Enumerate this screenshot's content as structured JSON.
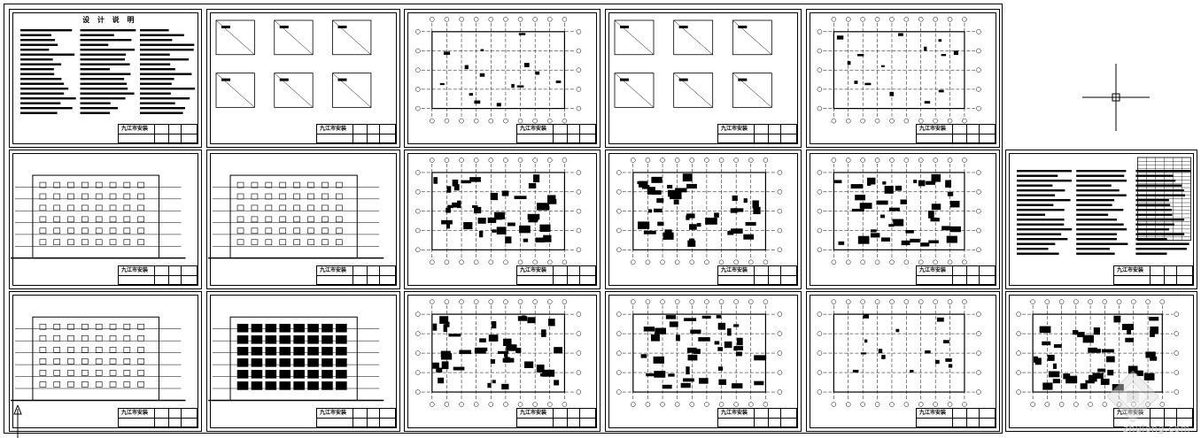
{
  "app": {
    "cursor_icon": "crosshair-cursor-icon",
    "origin_icon": "ucs-arrow-icon"
  },
  "sheets": [
    {
      "id": "r1c1",
      "title": "设 计 说 明",
      "type": "notes",
      "title_block": "九江市安装"
    },
    {
      "id": "r1c2",
      "title": "",
      "type": "stair-details",
      "title_block": "九江市安装"
    },
    {
      "id": "r1c3",
      "title": "",
      "type": "floor-plan-grid",
      "title_block": "九江市安装"
    },
    {
      "id": "r1c4",
      "title": "",
      "type": "section-details",
      "title_block": "九江市安装"
    },
    {
      "id": "r1c5",
      "title": "",
      "type": "foundation-plan",
      "title_block": "九江市安装"
    },
    {
      "id": "r2c1",
      "title": "",
      "type": "section-elevations",
      "title_block": "九江市安装"
    },
    {
      "id": "r2c2",
      "title": "",
      "type": "elevation",
      "title_block": "九江市安装"
    },
    {
      "id": "r2c3",
      "title": "",
      "type": "floor-plan",
      "title_block": "九江市安装"
    },
    {
      "id": "r2c4",
      "title": "",
      "type": "floor-plan",
      "title_block": "九江市安装"
    },
    {
      "id": "r2c5",
      "title": "",
      "type": "floor-plan",
      "title_block": "九江市安装"
    },
    {
      "id": "r2c6",
      "title": "",
      "type": "door-window-table",
      "title_block": "九江市安装"
    },
    {
      "id": "r3c1",
      "title": "",
      "type": "side-elevations",
      "title_block": "九江市安装"
    },
    {
      "id": "r3c2",
      "title": "",
      "type": "front-elevation",
      "title_block": "九江市安装"
    },
    {
      "id": "r3c3",
      "title": "",
      "type": "floor-plan",
      "title_block": "九江市安装"
    },
    {
      "id": "r3c4",
      "title": "",
      "type": "floor-plan",
      "title_block": "九江市安装"
    },
    {
      "id": "r3c5",
      "title": "",
      "type": "roof-plan",
      "title_block": "九江市安装"
    },
    {
      "id": "r3c6",
      "title": "",
      "type": "floor-plan",
      "title_block": "九江市安装"
    }
  ],
  "watermark": "zhulong.com",
  "colors": {
    "line": "#000000",
    "background": "#ffffff",
    "watermark": "#bbbbbb"
  }
}
